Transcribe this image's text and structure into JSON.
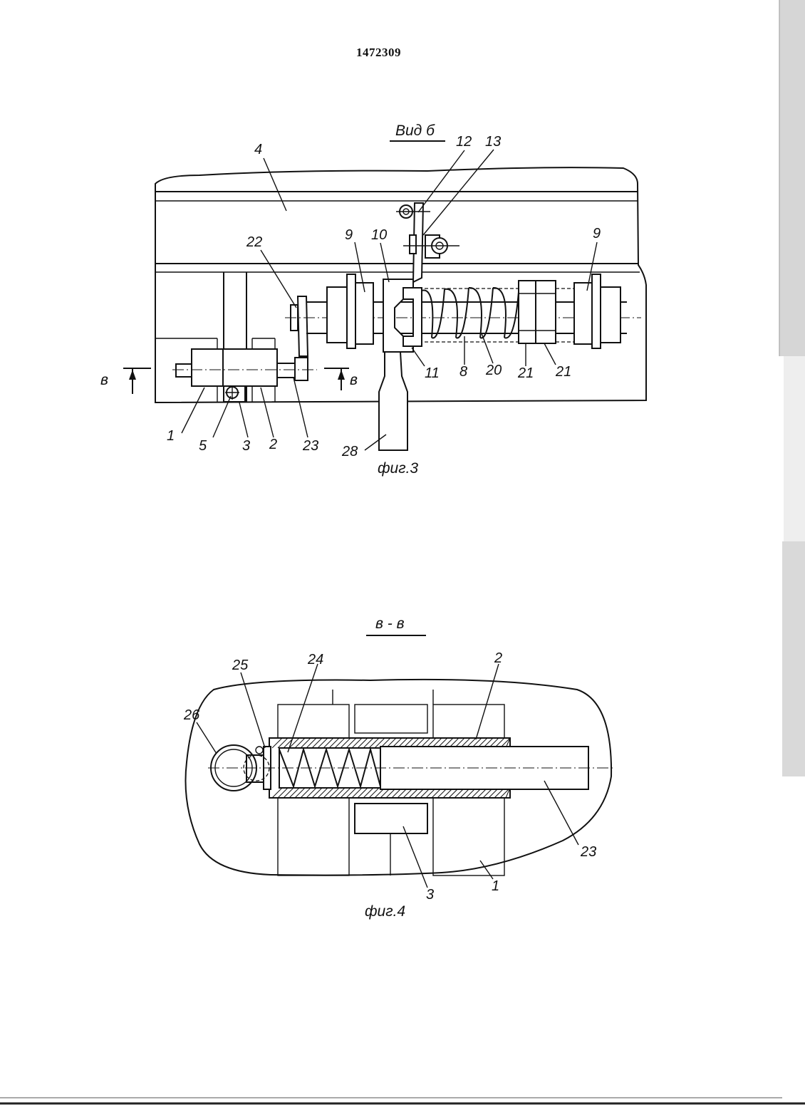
{
  "document": {
    "number": "1472309"
  },
  "figure3": {
    "view_title": "Вид б",
    "caption": "фиг.3",
    "section_mark": "в",
    "labels": {
      "l4": "4",
      "l12": "12",
      "l13": "13",
      "l22": "22",
      "l9a": "9",
      "l10": "10",
      "l9b": "9",
      "l1": "1",
      "l5": "5",
      "l3": "3",
      "l2": "2",
      "l23": "23",
      "l28": "28",
      "l11": "11",
      "l8": "8",
      "l20": "20",
      "l21a": "21",
      "l21b": "21"
    }
  },
  "figure4": {
    "section_title": "в - в",
    "caption": "фиг.4",
    "labels": {
      "l25": "25",
      "l24": "24",
      "l2": "2",
      "l26": "26",
      "l23": "23",
      "l3": "3",
      "l1": "1"
    }
  }
}
